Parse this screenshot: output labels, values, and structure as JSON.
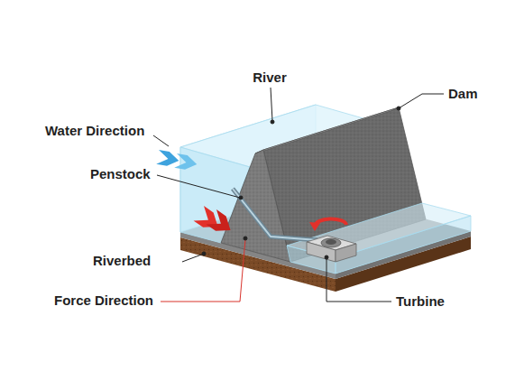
{
  "diagram": {
    "labels": [
      "River",
      "Dam",
      "Water Direction",
      "Penstock",
      "Riverbed",
      "Force Direction",
      "Turbine"
    ]
  }
}
